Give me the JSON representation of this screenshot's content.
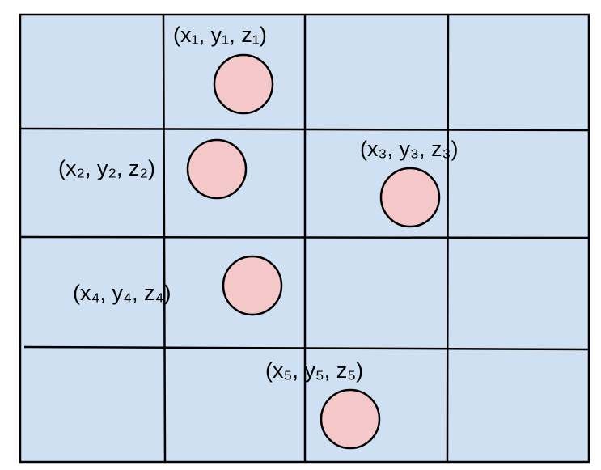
{
  "colors": {
    "cell_fill": "#cfe0f2",
    "grid_line": "#000000",
    "point_fill": "#f4c7c8",
    "point_stroke": "#000000"
  },
  "grid": {
    "rows": 4,
    "columns": 4
  },
  "points": [
    {
      "id": 1,
      "label": "(x₁, y₁, z₁)"
    },
    {
      "id": 2,
      "label": "(x₂, y₂, z₂)"
    },
    {
      "id": 3,
      "label": "(x₃, y₃, z₃)"
    },
    {
      "id": 4,
      "label": "(x₄, y₄, z₄)"
    },
    {
      "id": 5,
      "label": "(x₅, y₅, z₅)"
    }
  ]
}
